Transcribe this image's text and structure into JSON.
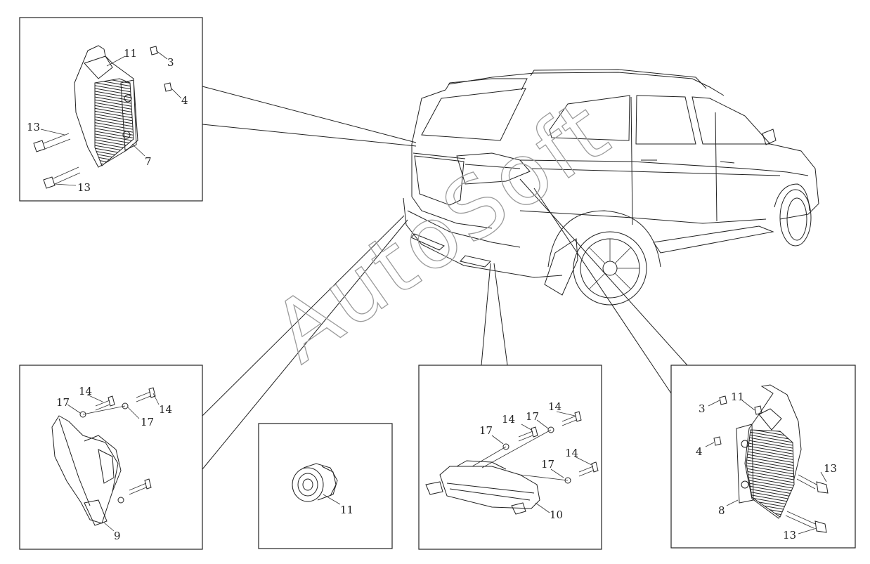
{
  "watermark": "AutoSoft",
  "labels": {
    "p1": {
      "l11": "11",
      "l3": "3",
      "l4": "4",
      "l13a": "13",
      "l7": "7",
      "l13b": "13"
    },
    "p2": {
      "l17a": "17",
      "l14a": "14",
      "l17b": "17",
      "l14b": "14",
      "l9": "9"
    },
    "p3": {
      "l11": "11"
    },
    "p4": {
      "l17a": "17",
      "l14a": "14",
      "l17b": "17",
      "l14b": "14",
      "l17c": "17",
      "l14c": "14",
      "l10": "10"
    },
    "p5": {
      "l3": "3",
      "l11": "11",
      "l4": "4",
      "l13a": "13",
      "l8": "8",
      "l13b": "13"
    }
  },
  "colors": {
    "stroke": "#222222",
    "watermark": "#9a9a9a",
    "background": "#ffffff"
  }
}
